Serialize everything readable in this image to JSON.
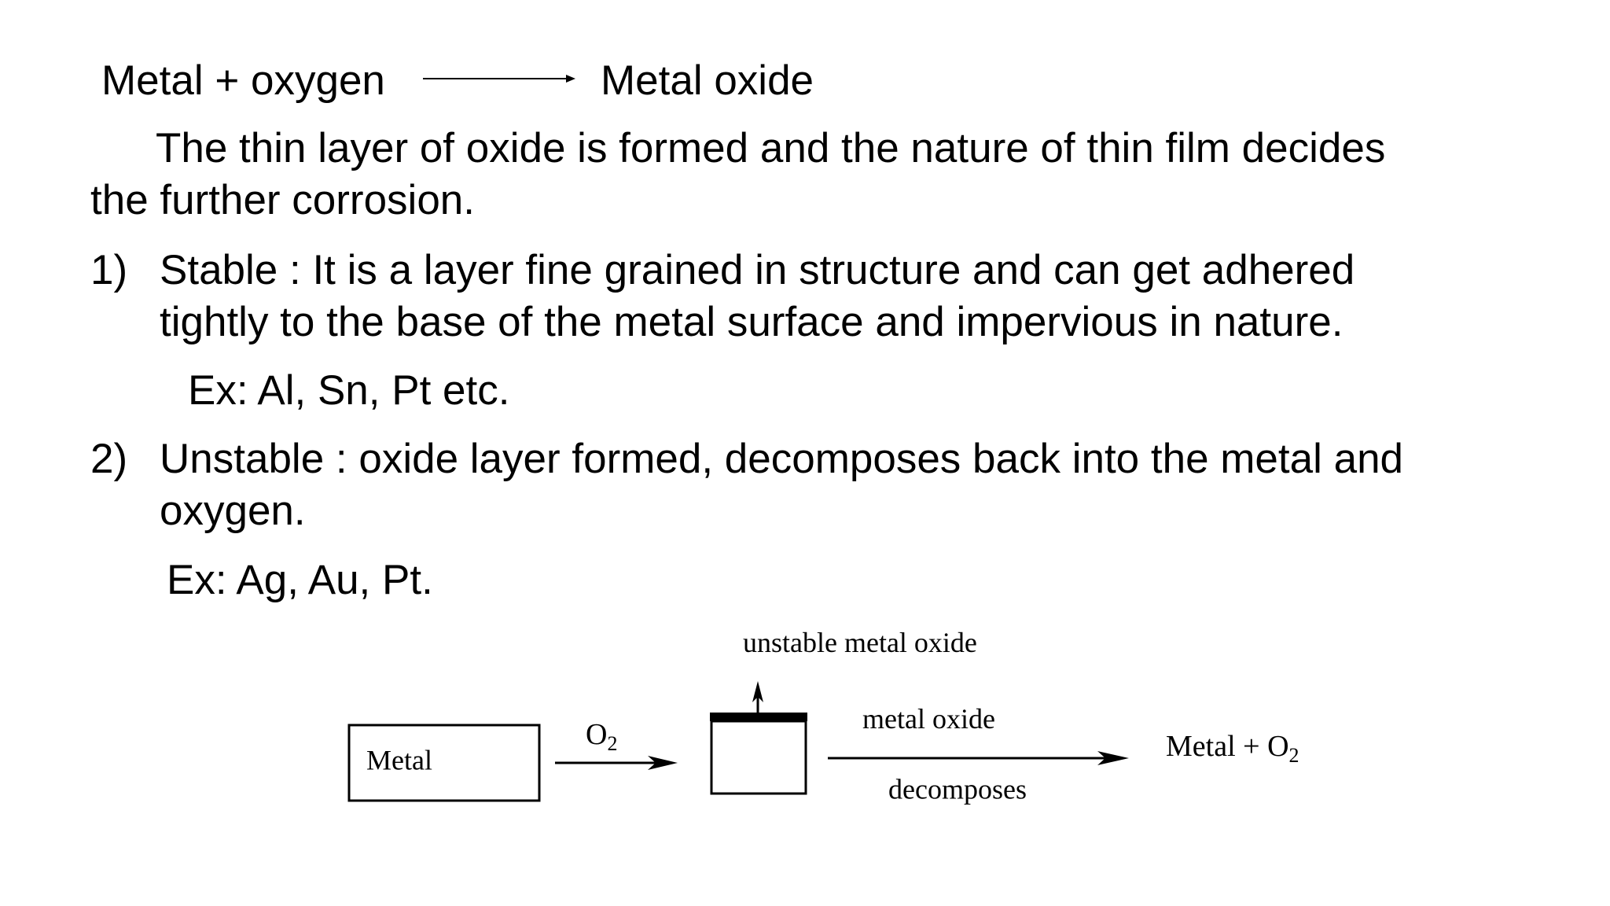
{
  "equation": {
    "left": "Metal + oxygen",
    "right": "Metal oxide"
  },
  "intro": {
    "line1": "The thin layer of oxide is formed and the nature of thin film decides",
    "line2": "the further corrosion."
  },
  "items": [
    {
      "number": "1)",
      "line1": "Stable : It is a layer fine grained in structure and can get adhered",
      "line2": "tightly to the base of the metal surface and impervious in nature.",
      "example": "Ex: Al, Sn, Pt etc."
    },
    {
      "number": "2)",
      "line1": "Unstable : oxide layer formed, decomposes back into the metal and",
      "line2": "oxygen.",
      "example": "Ex: Ag, Au, Pt."
    }
  ],
  "diagram": {
    "metal_box_label": "Metal",
    "reagent": "O",
    "reagent_sub": "2",
    "top_label": "unstable metal oxide",
    "arrow_label_top": "metal oxide",
    "arrow_label_bottom": "decomposes",
    "product": "Metal + O",
    "product_sub": "2"
  }
}
